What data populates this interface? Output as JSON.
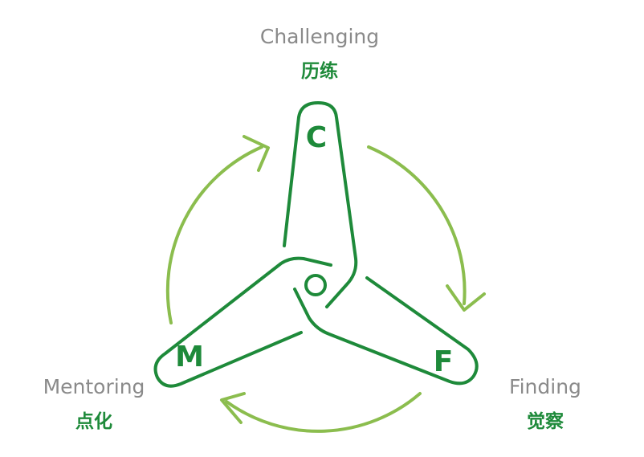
{
  "nodes": {
    "challenging": {
      "letter": "C",
      "en": "Challenging",
      "zh": "历练"
    },
    "finding": {
      "letter": "F",
      "en": "Finding",
      "zh": "觉察"
    },
    "mentoring": {
      "letter": "M",
      "en": "Mentoring",
      "zh": "点化"
    }
  },
  "colors": {
    "primary_green": "#1e8a3a",
    "light_green": "#8bbd4e",
    "label_gray": "#8a8a8a"
  }
}
